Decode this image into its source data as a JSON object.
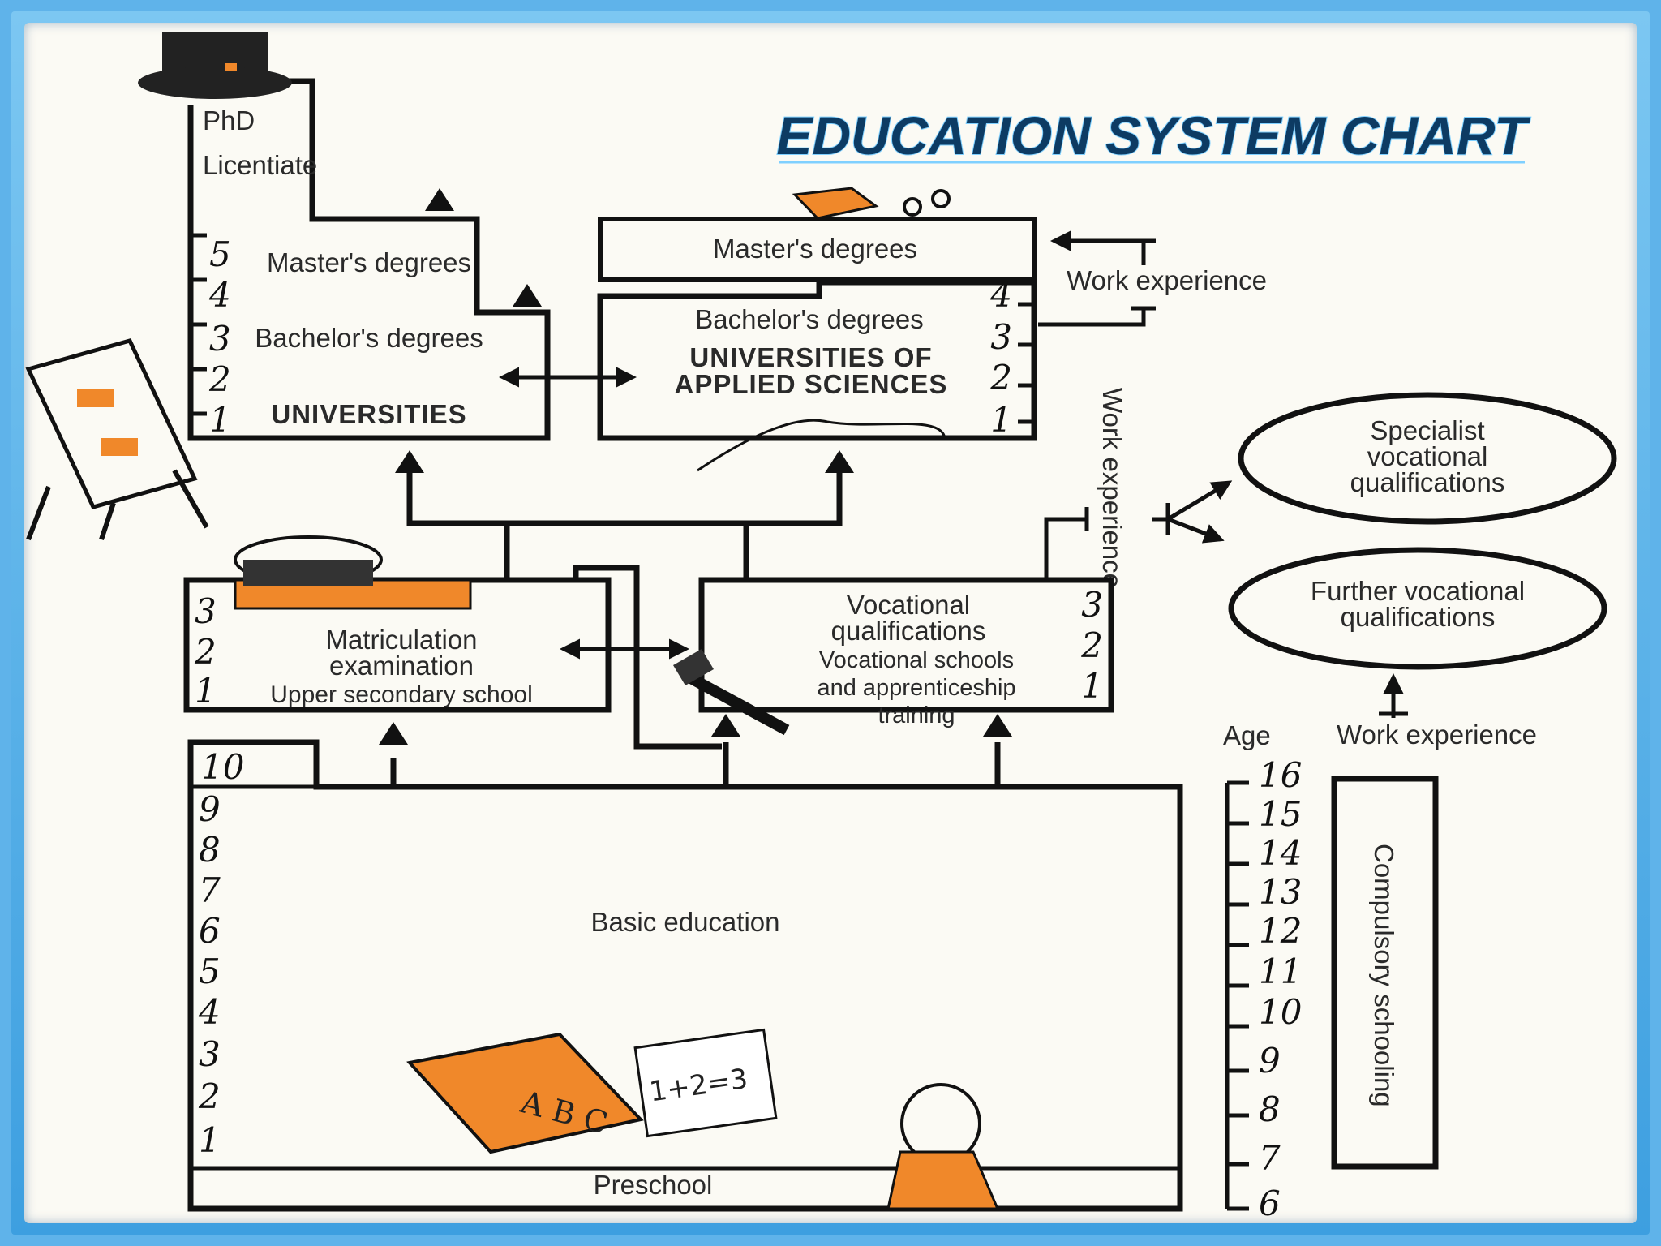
{
  "title": "EDUCATION SYSTEM CHART",
  "colors": {
    "frame": "#5fb3ea",
    "ink": "#111111",
    "orange": "#f0882a",
    "paper": "#fbfaf4",
    "title": "#0d3b63"
  },
  "universities": {
    "top_labels": [
      "PhD",
      "Licentiate"
    ],
    "masters": "Master's degrees",
    "bachelors": "Bachelor's degrees",
    "name": "UNIVERSITIES",
    "years": [
      "5",
      "4",
      "3",
      "2",
      "1"
    ]
  },
  "applied": {
    "masters": "Master's degrees",
    "bachelors": "Bachelor's degrees",
    "name_line1": "UNIVERSITIES OF",
    "name_line2": "APPLIED SCIENCES",
    "years": [
      "4",
      "3",
      "2",
      "1"
    ]
  },
  "work_experience_top": "Work experience",
  "work_experience_vertical": "Work experience",
  "work_experience_bottom": "Work experience",
  "specialist": {
    "line1": "Specialist",
    "line2": "vocational",
    "line3": "qualifications"
  },
  "further": {
    "line1": "Further vocational",
    "line2": "qualifications"
  },
  "upper_secondary": {
    "line1": "Matriculation",
    "line2": "examination",
    "line3": "Upper secondary school",
    "years": [
      "3",
      "2",
      "1"
    ]
  },
  "vocational": {
    "line1": "Vocational",
    "line2": "qualifications",
    "line3": "Vocational schools",
    "line4": "and apprenticeship",
    "line5": "training",
    "years": [
      "3",
      "2",
      "1"
    ]
  },
  "basic": {
    "label": "Basic education",
    "preschool": "Preschool",
    "grade10": "10",
    "grades": [
      "9",
      "8",
      "7",
      "6",
      "5",
      "4",
      "3",
      "2",
      "1"
    ]
  },
  "age": {
    "label": "Age",
    "values": [
      "16",
      "15",
      "14",
      "13",
      "12",
      "11",
      "10",
      "9",
      "8",
      "7",
      "6"
    ],
    "compulsory": "Compulsory schooling"
  },
  "illustrations": {
    "book_text": "A B C",
    "math_text": "1+2=3"
  }
}
